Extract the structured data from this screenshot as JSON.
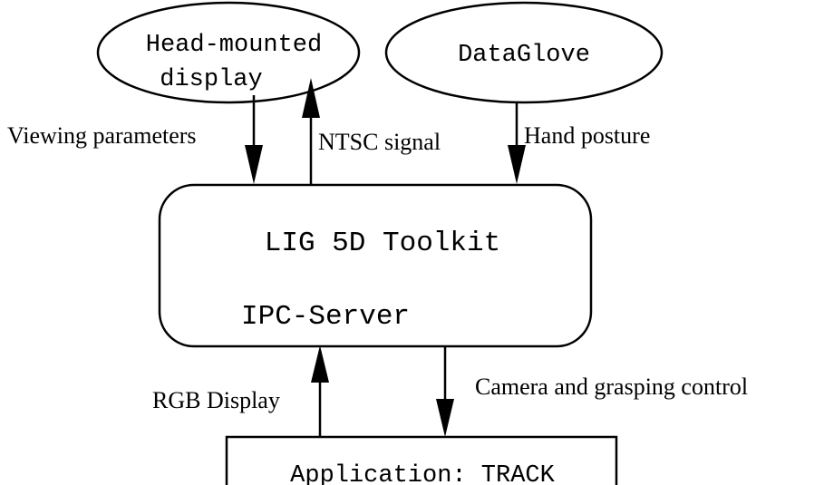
{
  "nodes": {
    "hmd": {
      "line1": "Head-mounted",
      "line2": "display"
    },
    "dataglove": {
      "label": "DataGlove"
    },
    "toolkit": {
      "line1": "LIG 5D Toolkit",
      "line2": "IPC-Server"
    },
    "application": {
      "label": "Application: TRACK"
    }
  },
  "edges": {
    "viewing": {
      "label": "Viewing parameters"
    },
    "ntsc": {
      "label": "NTSC signal"
    },
    "hand": {
      "label": "Hand posture"
    },
    "rgb": {
      "label": "RGB Display"
    },
    "camera": {
      "label": "Camera and grasping control"
    }
  }
}
